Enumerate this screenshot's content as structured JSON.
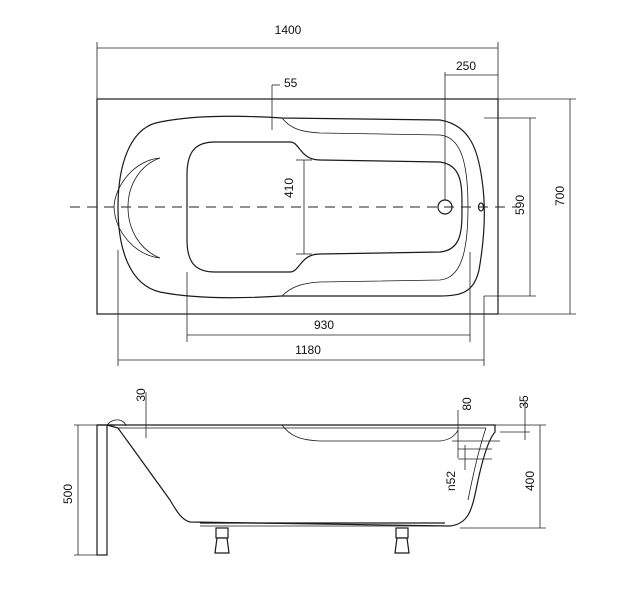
{
  "dimensions": {
    "overall_length": "1400",
    "overflow_offset": "250",
    "rim_width": "55",
    "inner_seat_width": "410",
    "inner_width": "590",
    "overall_width": "700",
    "bottom_length": "930",
    "inner_length": "1180",
    "rim_thickness": "30",
    "drain_offset": "80",
    "rim_top": "35",
    "overflow_diameter": "n52",
    "inner_depth": "400",
    "total_height": "500"
  }
}
